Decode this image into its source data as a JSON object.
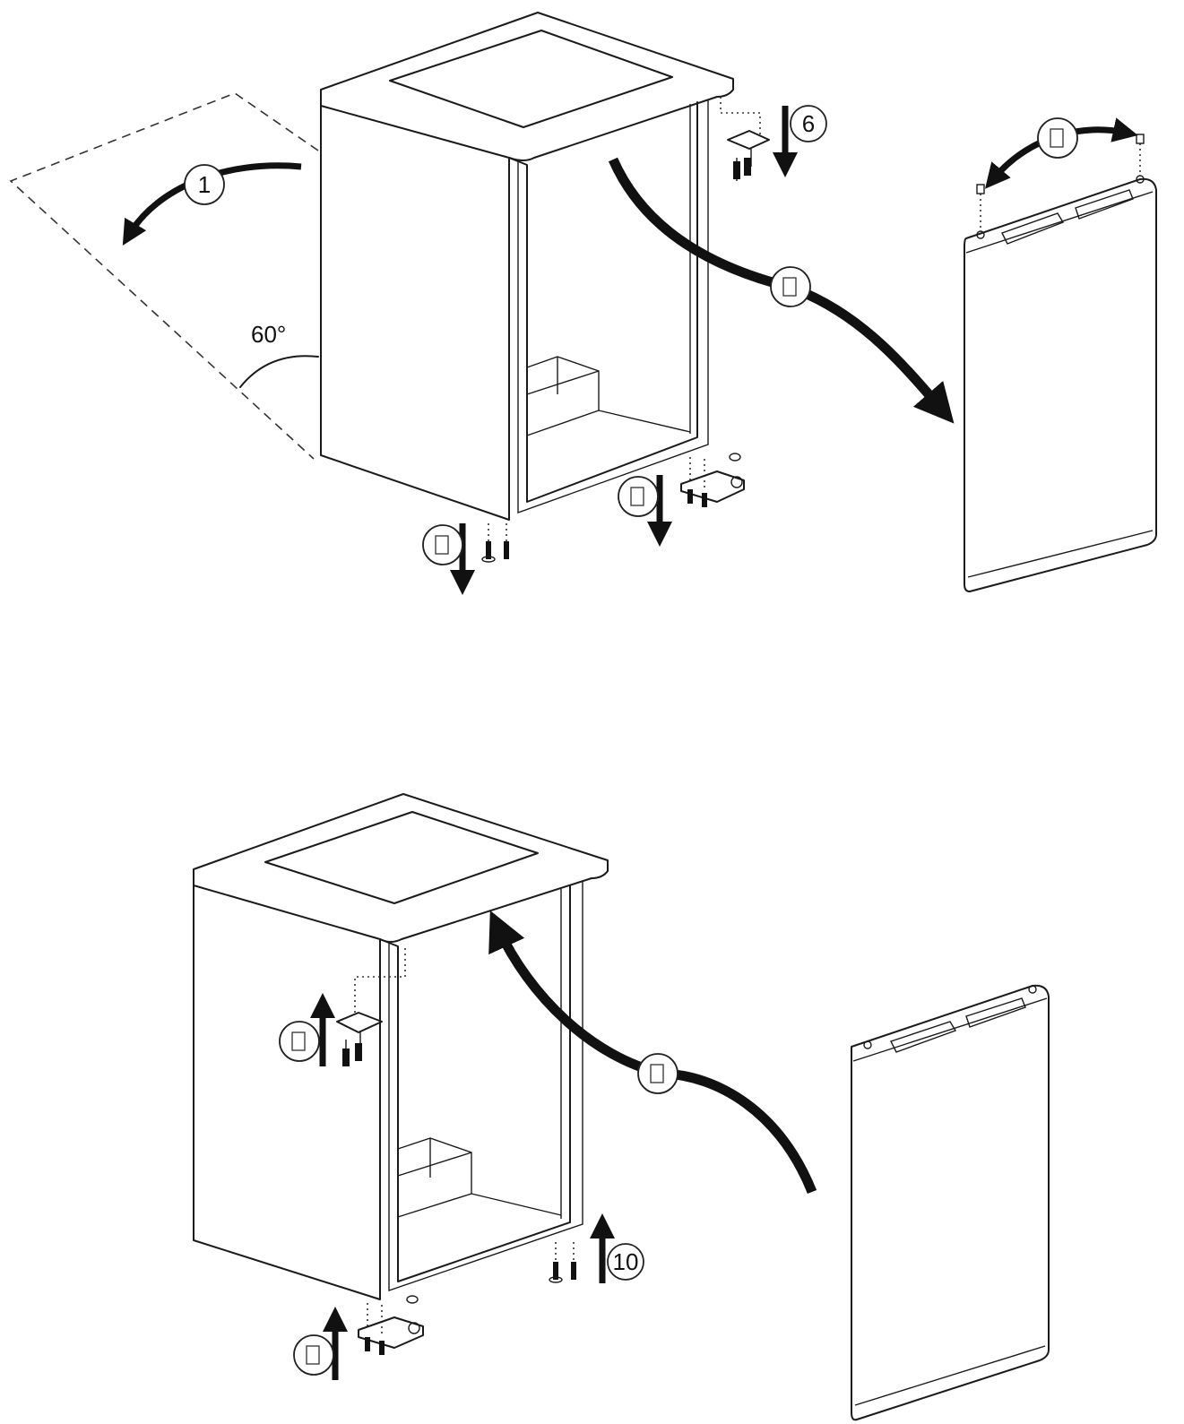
{
  "diagram": {
    "angle_label": "60°",
    "steps": [
      {
        "id": "step-1",
        "label": "1"
      },
      {
        "id": "step-6",
        "label": "6"
      },
      {
        "id": "step-10",
        "label": "10"
      }
    ]
  }
}
